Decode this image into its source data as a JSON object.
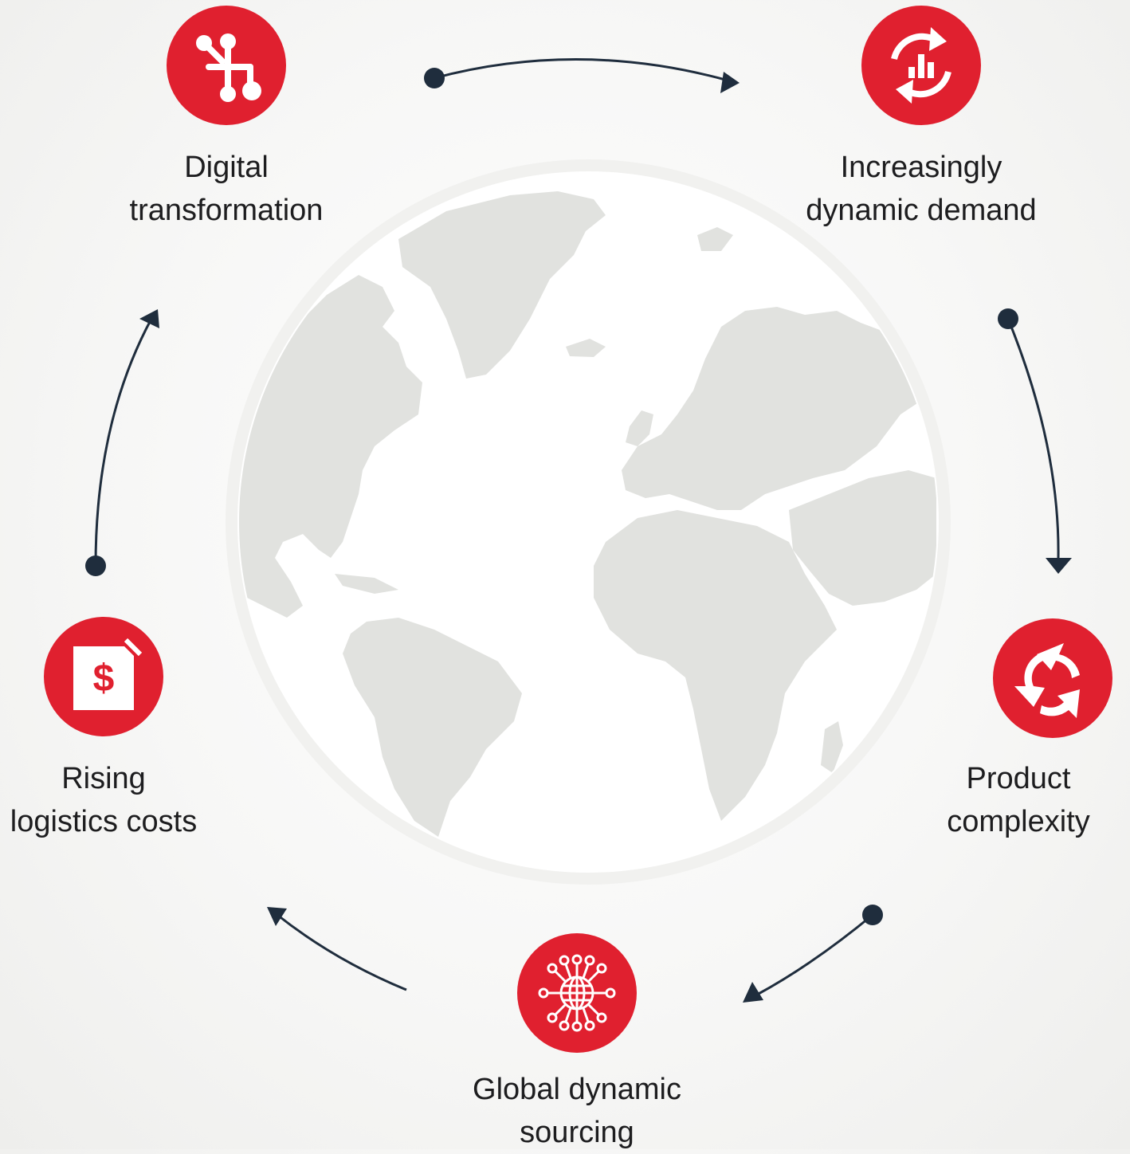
{
  "colors": {
    "accent": "#e0202f",
    "arrow": "#1f2d3d",
    "globe_fill": "#ffffff",
    "land": "#e1e2df",
    "text": "#1d1d1f"
  },
  "nodes": [
    {
      "id": "digital-transformation",
      "icon": "branch-network-icon",
      "lines": [
        "Digital",
        "transformation"
      ]
    },
    {
      "id": "increasingly-dynamic-demand",
      "icon": "refresh-chart-icon",
      "lines": [
        "Increasingly",
        "dynamic demand"
      ]
    },
    {
      "id": "product-complexity",
      "icon": "recycle-arrows-icon",
      "lines": [
        "Product",
        "complexity"
      ]
    },
    {
      "id": "global-dynamic-sourcing",
      "icon": "network-globe-icon",
      "lines": [
        "Global dynamic",
        "sourcing"
      ]
    },
    {
      "id": "rising-logistics-costs",
      "icon": "dollar-document-icon",
      "lines": [
        "Rising",
        "logistics costs"
      ]
    }
  ],
  "background": {
    "image": "world-globe-map"
  }
}
